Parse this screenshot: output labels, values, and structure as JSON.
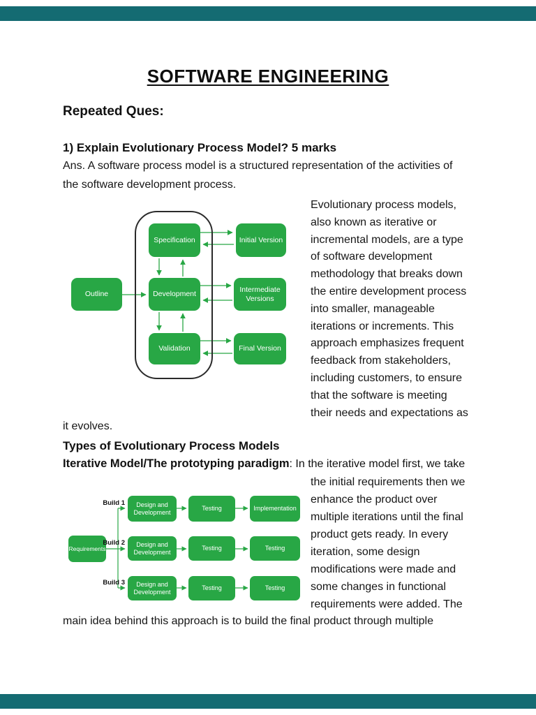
{
  "document": {
    "title": "SOFTWARE ENGINEERING",
    "section_heading": "Repeated Ques:",
    "question": "1) Explain Evolutionary Process Model? 5 marks",
    "answer_lines": [
      "Ans. A software process model is a structured representation of the activities of",
      "the software development process."
    ],
    "paragraph1_lines": [
      "Evolutionary process models,",
      "also known as iterative or",
      "incremental models, are a type",
      "of software development",
      "methodology that breaks down",
      "the entire development process",
      "into smaller, manageable",
      "iterations or increments. This",
      "approach emphasizes frequent",
      "feedback from stakeholders,",
      "including customers, to ensure",
      "that the software is meeting",
      "their needs and expectations as"
    ],
    "paragraph1_tail": "it evolves.",
    "types_heading": "Types of Evolutionary Process Models",
    "iterative_heading_bold": "Iterative Model/The prototyping paradigm",
    "iterative_heading_rest": ": In the iterative model first, we take",
    "paragraph2_lines": [
      "the initial requirements then we",
      "enhance the product over",
      "multiple iterations until the final",
      "product gets ready. In every",
      "iteration, some design",
      "modifications were made and",
      "some changes in functional",
      "requirements were added. The"
    ],
    "closing_line": "main idea behind this approach is to build the final product through multiple"
  },
  "diagram1": {
    "outline": "Outline",
    "specification": "Specification",
    "development": "Development",
    "validation": "Validation",
    "initial_version": "Initial Version",
    "intermediate_versions": "Intermediate Versions",
    "final_version": "Final Version"
  },
  "diagram2": {
    "requirements": "Requirements",
    "build_labels": [
      "Build 1",
      "Build 2",
      "Build 3"
    ],
    "rows": [
      [
        "Design and Development",
        "Testing",
        "Implementation"
      ],
      [
        "Design and Development",
        "Testing",
        "Testing"
      ],
      [
        "Design and Development",
        "Testing",
        "Testing"
      ]
    ]
  },
  "colors": {
    "box_green": "#28a745",
    "viewer_teal": "#146b72"
  }
}
